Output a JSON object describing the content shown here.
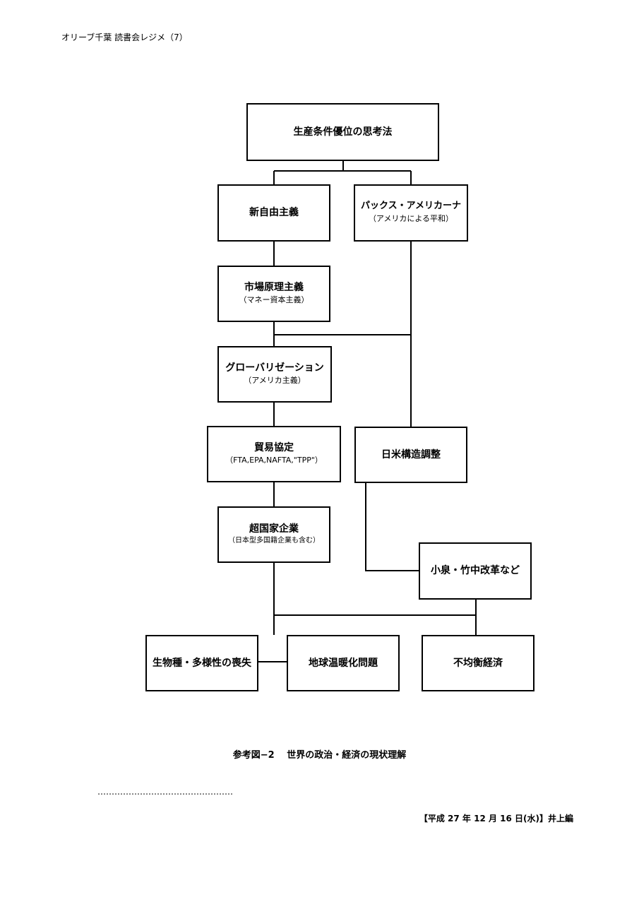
{
  "header": {
    "text": "オリーブ千葉 読書会レジメ（7）"
  },
  "diagram": {
    "nodes": {
      "seisan": {
        "title": "生産条件優位の思考法"
      },
      "shinjiyu": {
        "title": "新自由主義"
      },
      "pax": {
        "title": "パックス・アメリカーナ",
        "subtitle": "（アメリカによる平和）"
      },
      "shijo": {
        "title": "市場原理主義",
        "subtitle": "（マネー資本主義）"
      },
      "global": {
        "title": "グローバリゼーション",
        "subtitle": "（アメリカ主義）"
      },
      "boeki": {
        "title": "貿易協定",
        "subtitle": "（FTA,EPA,NAFTA,\"TPP\"）"
      },
      "nichibei": {
        "title": "日米構造調整"
      },
      "chokokka": {
        "title": "超国家企業",
        "subtitle": "（日本型多国籍企業も含む）"
      },
      "koizumi": {
        "title": "小泉・竹中改革など"
      },
      "seibutsu": {
        "title": "生物種・多様性の喪失"
      },
      "chikyu": {
        "title": "地球温暖化問題"
      },
      "fukinko": {
        "title": "不均衡経済"
      }
    }
  },
  "caption": "参考図−2　 世界の政治・経済の現状理解",
  "separator": "…………………………………………",
  "footer": "【平成 27 年 12 月 16 日(水)】井上編"
}
